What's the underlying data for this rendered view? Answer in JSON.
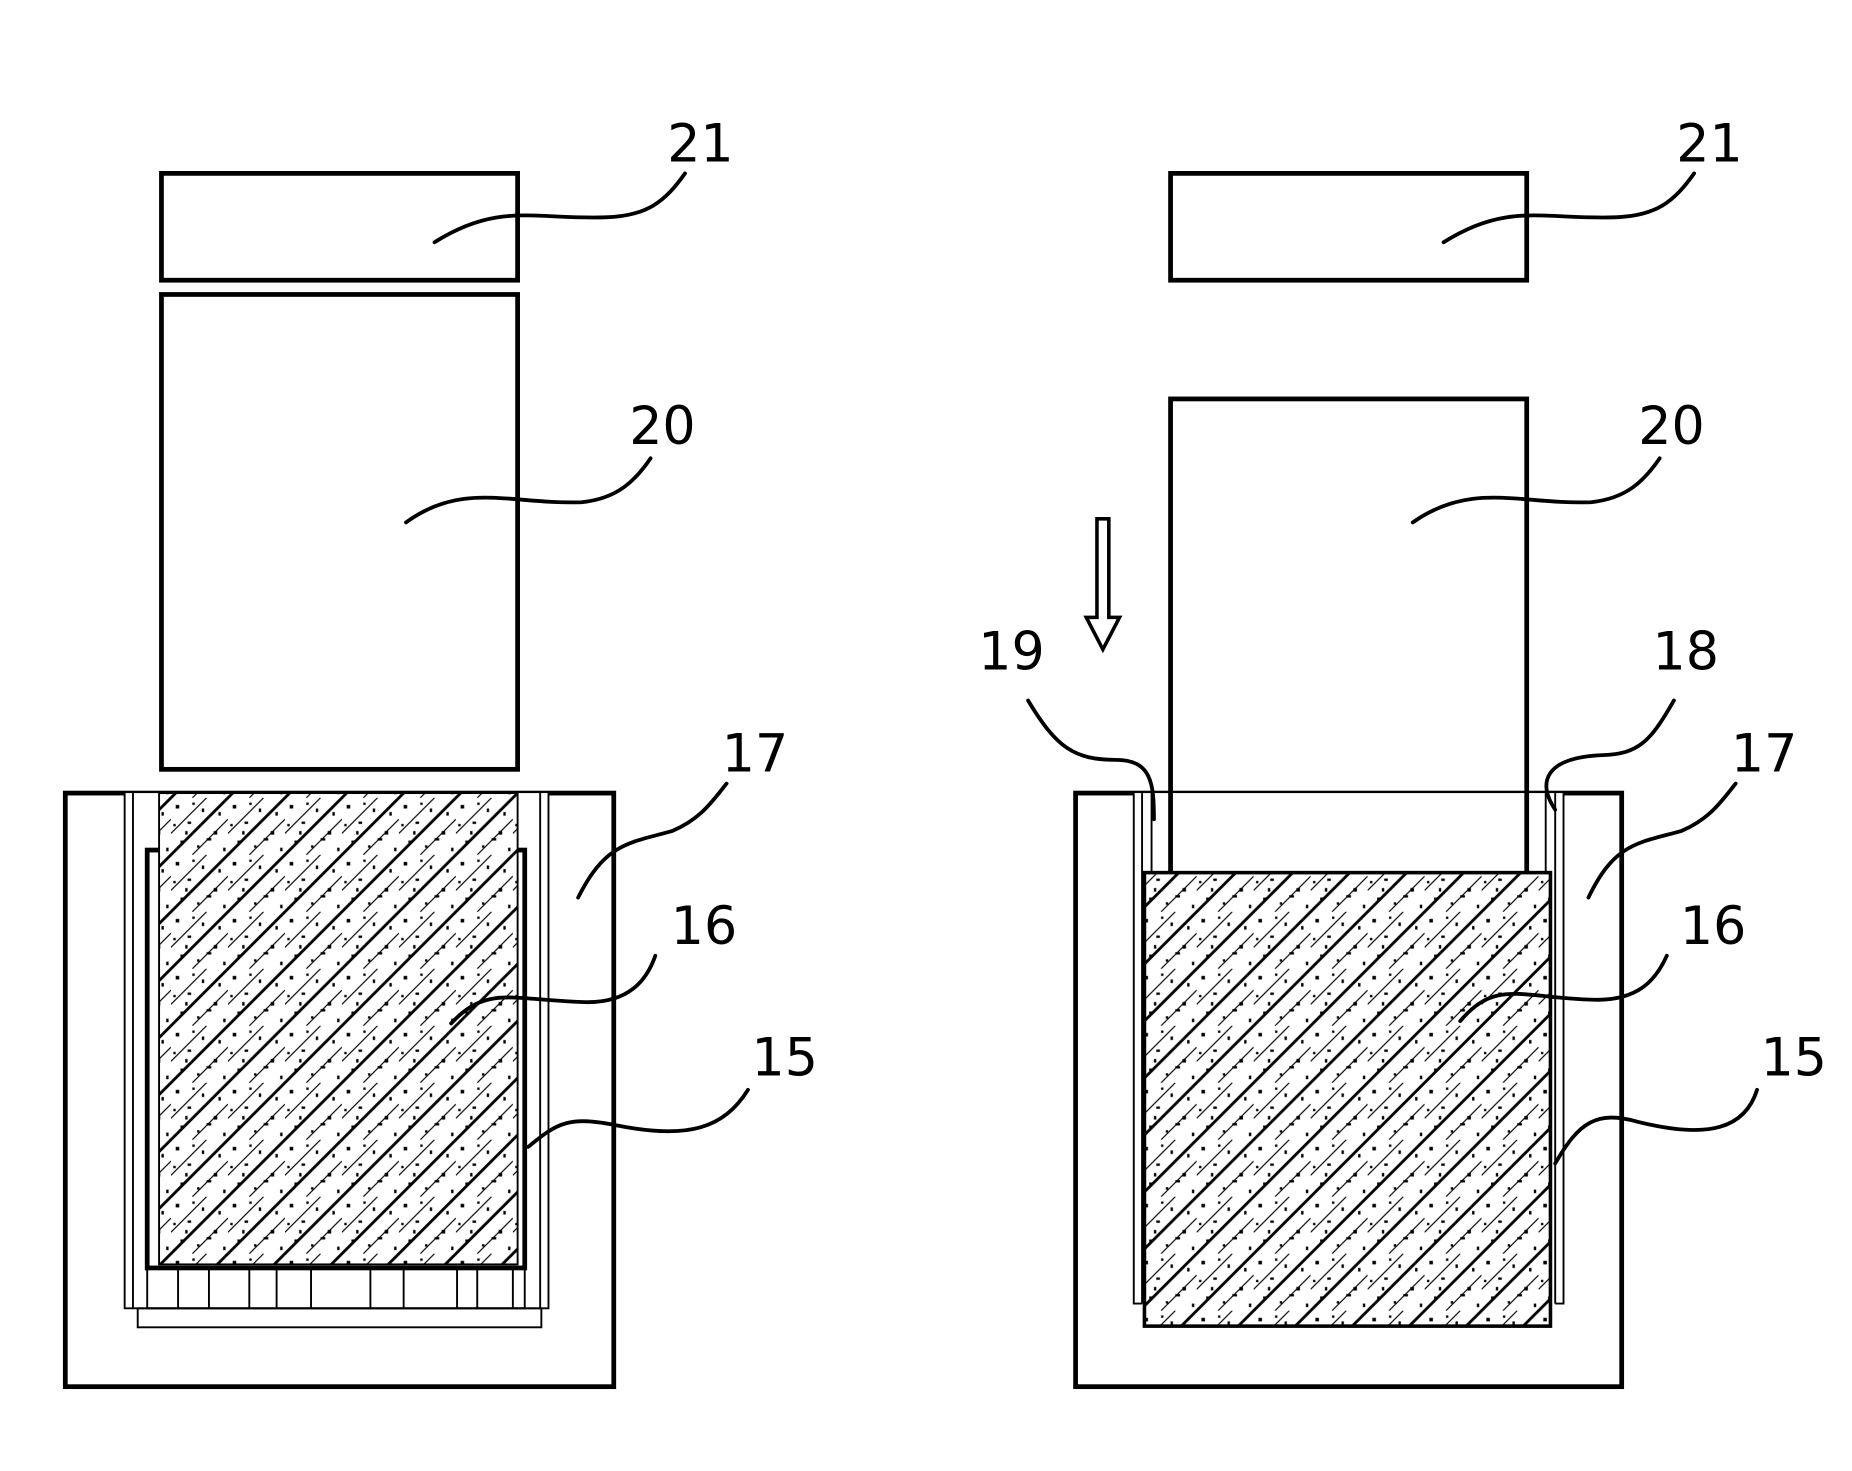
{
  "figure": {
    "left_view": {
      "labels": [
        {
          "id": "label-21",
          "text": "21",
          "part": "cover"
        },
        {
          "id": "label-20",
          "text": "20",
          "part": "press-block"
        },
        {
          "id": "label-17",
          "text": "17",
          "part": "outer-mold"
        },
        {
          "id": "label-16",
          "text": "16",
          "part": "powder-fill"
        },
        {
          "id": "label-15",
          "text": "15",
          "part": "inner-container"
        }
      ]
    },
    "right_view": {
      "labels": [
        {
          "id": "label-21",
          "text": "21",
          "part": "cover"
        },
        {
          "id": "label-20",
          "text": "20",
          "part": "press-block"
        },
        {
          "id": "label-19",
          "text": "19",
          "part": "left-gap"
        },
        {
          "id": "label-18",
          "text": "18",
          "part": "right-gap"
        },
        {
          "id": "label-17",
          "text": "17",
          "part": "outer-mold"
        },
        {
          "id": "label-16",
          "text": "16",
          "part": "powder-fill"
        },
        {
          "id": "label-15",
          "text": "15",
          "part": "inner-container"
        }
      ],
      "arrow": {
        "direction": "down",
        "icon": "down-arrow-icon"
      }
    }
  }
}
